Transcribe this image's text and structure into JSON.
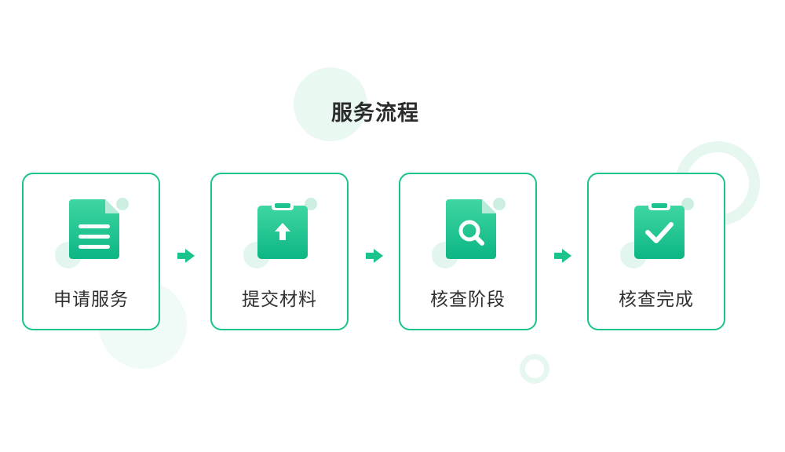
{
  "title": "服务流程",
  "steps": [
    {
      "label": "申请服务",
      "icon": "document-icon"
    },
    {
      "label": "提交材料",
      "icon": "clipboard-upload-icon"
    },
    {
      "label": "核查阶段",
      "icon": "document-search-icon"
    },
    {
      "label": "核查完成",
      "icon": "clipboard-check-icon"
    }
  ],
  "colors": {
    "accent": "#1bc38e",
    "accent_light": "#e3f6ee",
    "text": "#2f2f2f"
  }
}
